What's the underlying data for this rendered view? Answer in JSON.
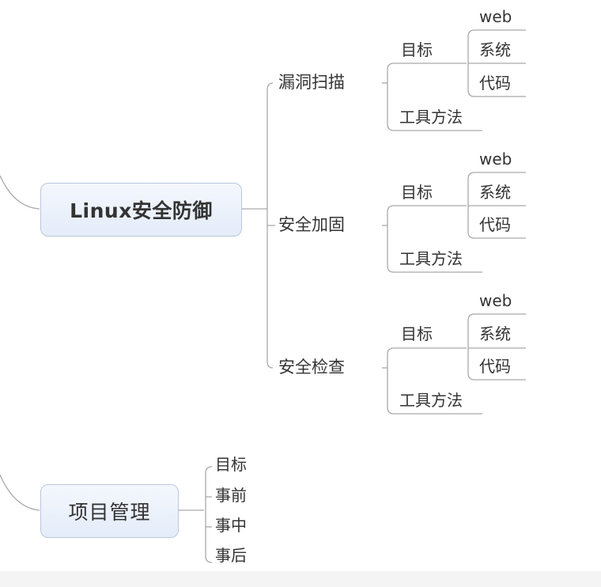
{
  "mindmap": {
    "main_topics": [
      {
        "label": "Linux安全防御",
        "children": [
          {
            "label": "漏洞扫描",
            "children": [
              {
                "label": "目标",
                "children": [
                  "web",
                  "系统",
                  "代码"
                ]
              },
              {
                "label": "工具方法"
              }
            ]
          },
          {
            "label": "安全加固",
            "children": [
              {
                "label": "目标",
                "children": [
                  "web",
                  "系统",
                  "代码"
                ]
              },
              {
                "label": "工具方法"
              }
            ]
          },
          {
            "label": "安全检查",
            "children": [
              {
                "label": "目标",
                "children": [
                  "web",
                  "系统",
                  "代码"
                ]
              },
              {
                "label": "工具方法"
              }
            ]
          }
        ]
      },
      {
        "label": "项目管理",
        "children": [
          "目标",
          "事前",
          "事中",
          "事后"
        ]
      }
    ],
    "colors": {
      "line": "#a9a9a9",
      "node_border": "#b9c7dd",
      "node_fill": "#e4ecf9",
      "text": "#333333"
    }
  }
}
